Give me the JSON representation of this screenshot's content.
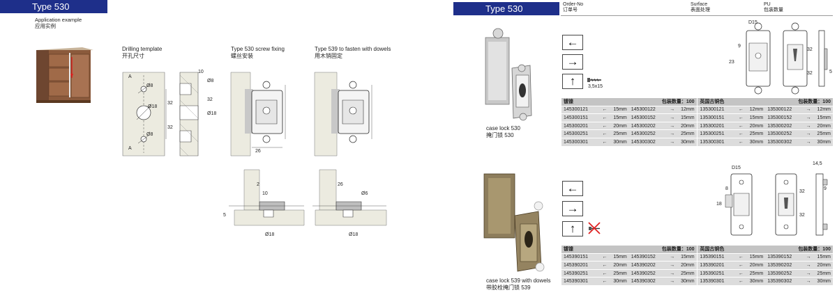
{
  "left_page": {
    "type_label": "Type 530",
    "application_en": "Application  example",
    "application_cn": "应用实例",
    "drilling_en": "Drilling template",
    "drilling_cn": "开孔尺寸",
    "screw_en": "Type 530 screw fixing",
    "screw_cn": "螺丝安装",
    "dowel_en": "Type 539 to fasten with dowels",
    "dowel_cn": "用木销固定",
    "dims": {
      "A": "A",
      "d8": "Ø8",
      "d18": "Ø18",
      "d32": "32",
      "d10": "10",
      "d26": "26",
      "d2": "2",
      "d5": "5",
      "d6": "Ø6",
      "d18b": "Ø18"
    }
  },
  "right_page": {
    "type_label": "Type 530",
    "header": {
      "order_en": "Order-No",
      "order_cn": "订单号",
      "surface_en": "Surface",
      "surface_cn": "表面处理",
      "pu_en": "PU",
      "pu_cn": "包装数量"
    },
    "product1": {
      "caption_en": "case lock 530",
      "caption_cn": "掩门锁  530",
      "screw_label": "3,5x15",
      "arrows": [
        "←",
        "→",
        "↑"
      ],
      "dims": {
        "d15": "D15",
        "d9": "9",
        "d23": "23",
        "d32": "32",
        "d5": "5"
      }
    },
    "product2": {
      "caption_en": "case lock 539 with dowels",
      "caption_cn": "带胶栓掩门锁  539",
      "arrows": [
        "←",
        "→",
        "↑"
      ],
      "dims": {
        "d15": "D15",
        "d8": "8",
        "d18": "18",
        "d32": "32",
        "d145": "14,5",
        "d9": "9"
      }
    },
    "tables": [
      {
        "left_title": "镀镍",
        "left_pu": "包装数量：100",
        "right_title": "英国古铜色",
        "right_pu": "包装数量：100",
        "rows": [
          [
            "145300121",
            "←",
            "15mm",
            "145300122",
            "→",
            "12mm",
            "135300121",
            "←",
            "12mm",
            "135300122",
            "→",
            "12mm"
          ],
          [
            "145300151",
            "←",
            "15mm",
            "145300152",
            "→",
            "15mm",
            "135300151",
            "←",
            "15mm",
            "135300152",
            "→",
            "15mm"
          ],
          [
            "145300201",
            "←",
            "20mm",
            "145300202",
            "→",
            "20mm",
            "135300201",
            "←",
            "20mm",
            "135300202",
            "→",
            "20mm"
          ],
          [
            "145300251",
            "←",
            "25mm",
            "145300252",
            "→",
            "25mm",
            "135300251",
            "←",
            "25mm",
            "135300252",
            "→",
            "25mm"
          ],
          [
            "145300301",
            "←",
            "30mm",
            "145300302",
            "→",
            "30mm",
            "135300301",
            "←",
            "30mm",
            "135300302",
            "→",
            "30mm"
          ]
        ]
      },
      {
        "left_title": "镀镍",
        "left_pu": "包装数量：100",
        "right_title": "英国古铜色",
        "right_pu": "包装数量：100",
        "rows": [
          [
            "145390151",
            "←",
            "15mm",
            "145390152",
            "→",
            "15mm",
            "135390151",
            "←",
            "15mm",
            "135390152",
            "→",
            "15mm"
          ],
          [
            "145390201",
            "←",
            "20mm",
            "145390202",
            "→",
            "20mm",
            "135390201",
            "←",
            "20mm",
            "135390202",
            "→",
            "20mm"
          ],
          [
            "145390251",
            "←",
            "25mm",
            "145390252",
            "→",
            "25mm",
            "135390251",
            "←",
            "25mm",
            "135390252",
            "→",
            "25mm"
          ],
          [
            "145390301",
            "←",
            "30mm",
            "145390302",
            "→",
            "30mm",
            "135390301",
            "←",
            "30mm",
            "135390302",
            "→",
            "30mm"
          ]
        ]
      }
    ]
  }
}
